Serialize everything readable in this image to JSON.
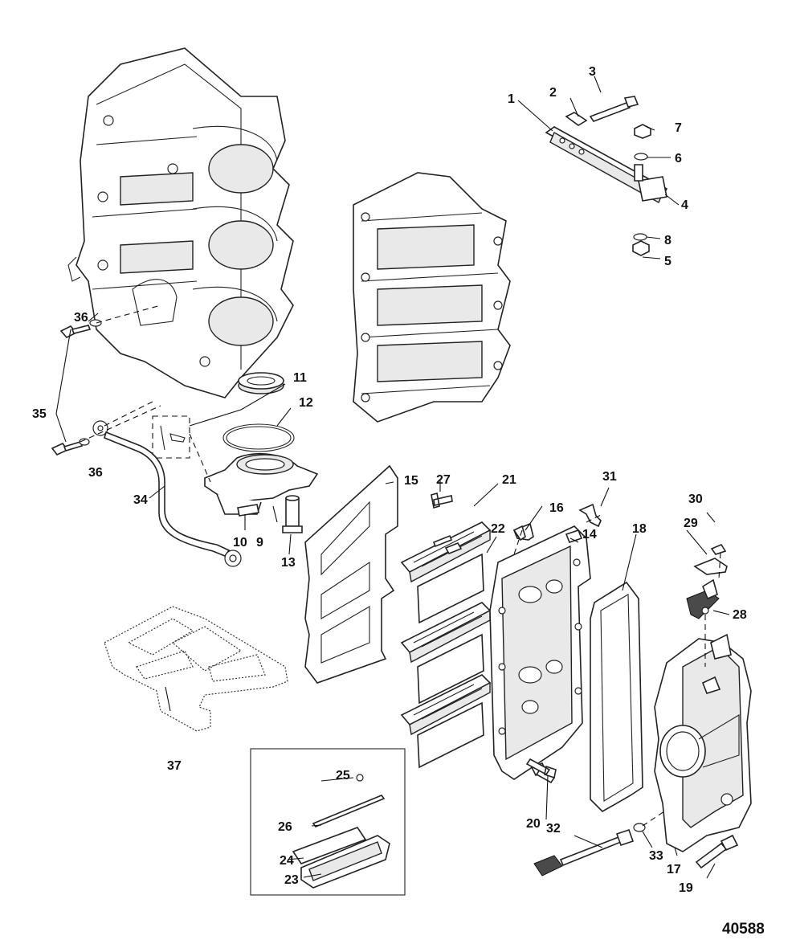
{
  "figure_id": "40588",
  "labels": [
    "1",
    "2",
    "3",
    "4",
    "5",
    "6",
    "7",
    "8",
    "9",
    "10",
    "11",
    "12",
    "13",
    "14",
    "15",
    "16",
    "17",
    "18",
    "19",
    "20",
    "21",
    "22",
    "23",
    "24",
    "25",
    "26",
    "27",
    "28",
    "29",
    "30",
    "31",
    "32",
    "33",
    "34",
    "35",
    "36",
    "36",
    "37"
  ]
}
